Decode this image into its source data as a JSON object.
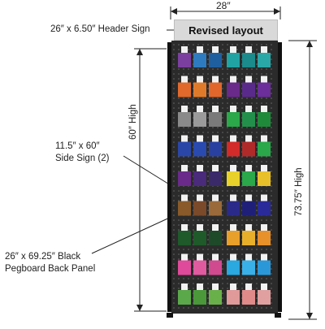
{
  "labels": {
    "width_top": "28″",
    "header_sign": "26″ x 6.50″ Header Sign",
    "header_title": "Revised layout",
    "side_height": "60″ High",
    "side_sign_line1": "11.5″ x 60″",
    "side_sign_line2": "Side Sign (2)",
    "total_height": "73.75″ High",
    "pegboard_line1": "26″ x 69.25″ Black",
    "pegboard_line2": "Pegboard Back Panel"
  },
  "colors": {
    "pegboard": "#2b2b2b",
    "hole": "#6a6a6a",
    "header": "#d9d9d9",
    "rows": [
      [
        "#7b3fa0",
        "#2e7bbf",
        "#1f5fa0",
        "#22a3a3",
        "#1b8b8b",
        "#2aa8a8"
      ],
      [
        "#e0692b",
        "#e07a2b",
        "#e0662b",
        "#6a2a8a",
        "#5a2a8a",
        "#6b2e9a"
      ],
      [
        "#8a8a8a",
        "#9a9a9a",
        "#7a7a7a",
        "#2aa84a",
        "#22904a",
        "#1f8a3a"
      ],
      [
        "#2a47a8",
        "#2a4ab0",
        "#2a40a0",
        "#d32a2a",
        "#b02a2a",
        "#2aa84a"
      ],
      [
        "#6a2a8a",
        "#4a2a7a",
        "#3a2a6a",
        "#e8d12a",
        "#2aa84a",
        "#e8c02a"
      ],
      [
        "#8a5a2a",
        "#7a4a2a",
        "#9a6a3a",
        "#2a2a8a",
        "#1f1f7a",
        "#2a2a9a"
      ],
      [
        "#1f5a2a",
        "#1f5a2a",
        "#1f4a2a",
        "#e8a02a",
        "#e8b02a",
        "#e8902a"
      ],
      [
        "#e04a9a",
        "#e05aa0",
        "#d04a90",
        "#2aa8e0",
        "#3ab0e8",
        "#2a98d8"
      ],
      [
        "#5aa84a",
        "#4a983a",
        "#6ab04a",
        "#e09a9a",
        "#e08a8a",
        "#e0a0a0"
      ]
    ]
  }
}
